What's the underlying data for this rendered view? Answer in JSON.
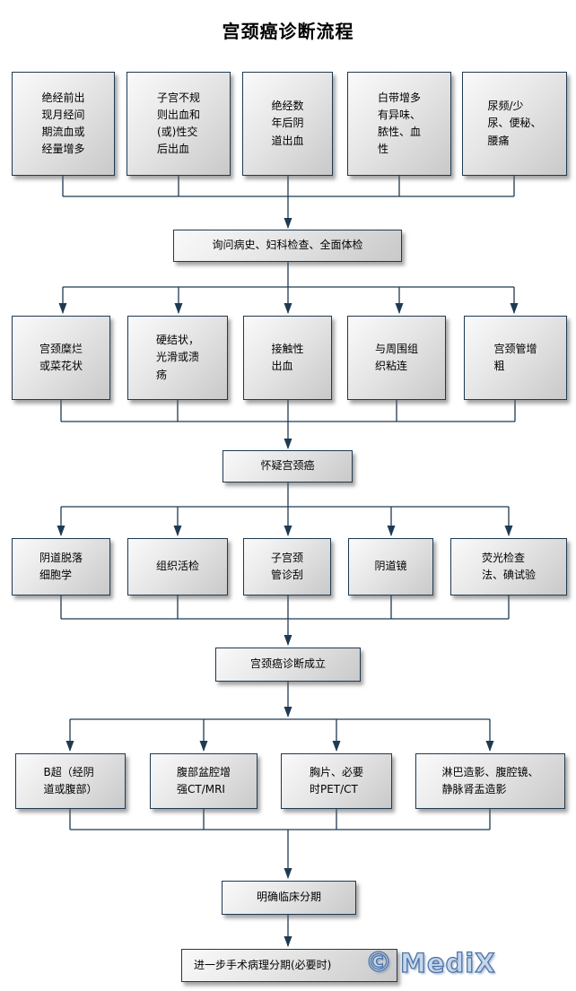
{
  "title": "宫颈癌诊断流程",
  "nodes": {
    "symptoms": [
      "绝经前出\n现月经间\n期流血或\n经量增多",
      "子宫不规\n则出血和\n(或)性交\n后出血",
      "绝经数\n年后阴\n道出血",
      "白带增多\n有异味、\n脓性、血\n性",
      "尿频/少\n尿、便秘、\n腰痛"
    ],
    "exam": "询问病史、妇科检查、全面体检",
    "signs": [
      "宫颈糜烂\n或菜花状",
      "硬结状，\n光滑或溃\n疡",
      "接触性\n出血",
      "与周围组\n织粘连",
      "宫颈管增\n粗"
    ],
    "suspect": "怀疑宫颈癌",
    "tests": [
      "阴道脱落\n细胞学",
      "组织活检",
      "子宫颈\n管诊刮",
      "阴道镜",
      "荧光检查\n法、碘试验"
    ],
    "diagnosis": "宫颈癌诊断成立",
    "imaging": [
      "B超（经阴\n道或腹部）",
      "腹部盆腔增\n强CT/MRI",
      "胸片、必要\n时PET/CT",
      "淋巴造影、腹腔镜、\n静脉肾盂造影"
    ],
    "staging": "明确临床分期",
    "final": "进一步手术病理分期(必要时)"
  },
  "watermark": {
    "copyright": "©",
    "brand": "MediX"
  },
  "colors": {
    "line": "#1f3a52",
    "box_border": "#1f3a52",
    "box_fill_light": "#fafafa",
    "box_fill_dark": "#c9c9c9",
    "watermark_blue": "#4c74a8"
  }
}
